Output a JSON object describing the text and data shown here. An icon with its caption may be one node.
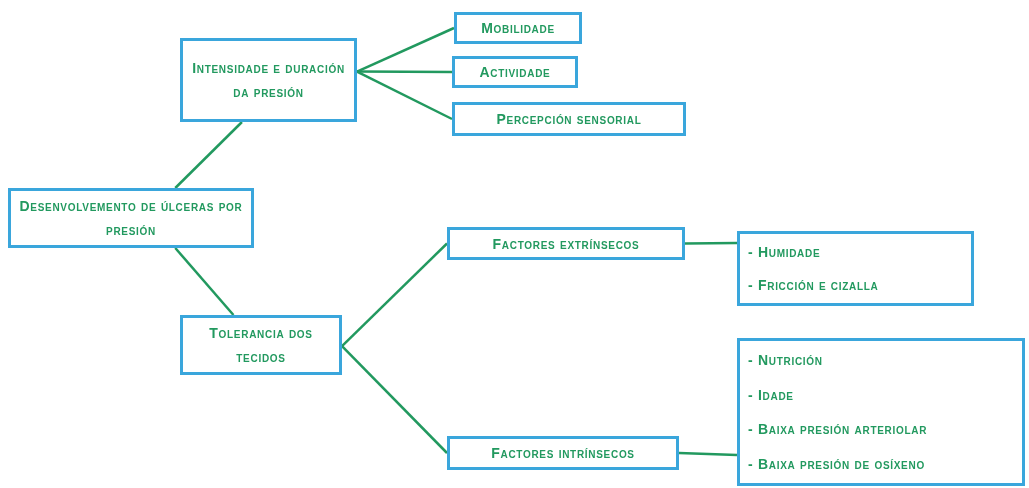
{
  "diagram": {
    "nodes": [
      {
        "text": [
          "Desenvolvemento de úlceras por presión"
        ]
      },
      {
        "text": [
          "Intensidade e duración da presión"
        ]
      },
      {
        "text": [
          "Mobilidade"
        ]
      },
      {
        "text": [
          "Actividade"
        ]
      },
      {
        "text": [
          "Percepción sensorial"
        ]
      },
      {
        "text": [
          "Tolerancia dos tecidos"
        ]
      },
      {
        "text": [
          "Factores extrínsecos"
        ]
      },
      {
        "text": [
          "Factores intrínsecos"
        ]
      },
      {
        "text": [
          "- Humidade",
          "- Fricción e cizalla"
        ]
      },
      {
        "text": [
          "- Nutrición",
          "- Idade",
          "- Baixa presión arteriolar",
          "- Baixa presión de osíxeno"
        ]
      }
    ],
    "edges": [
      {
        "from": 0,
        "to": 1,
        "arrow": "none"
      },
      {
        "from": 0,
        "to": 5,
        "arrow": "none"
      },
      {
        "from": 1,
        "to": 2,
        "arrow": "none"
      },
      {
        "from": 1,
        "to": 3,
        "arrow": "none"
      },
      {
        "from": 1,
        "to": 4,
        "arrow": "none"
      },
      {
        "from": 5,
        "to": 6,
        "arrow": "none"
      },
      {
        "from": 5,
        "to": 7,
        "arrow": "none"
      },
      {
        "from": 6,
        "to": 8,
        "arrow": "none"
      },
      {
        "from": 7,
        "to": 9,
        "arrow": "none"
      }
    ]
  }
}
